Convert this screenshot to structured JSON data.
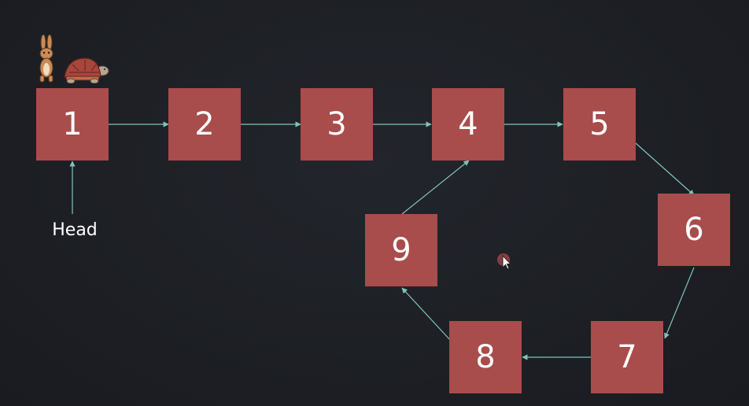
{
  "nodes": [
    {
      "id": "n1",
      "label": "1"
    },
    {
      "id": "n2",
      "label": "2"
    },
    {
      "id": "n3",
      "label": "3"
    },
    {
      "id": "n4",
      "label": "4"
    },
    {
      "id": "n5",
      "label": "5"
    },
    {
      "id": "n6",
      "label": "6"
    },
    {
      "id": "n7",
      "label": "7"
    },
    {
      "id": "n8",
      "label": "8"
    },
    {
      "id": "n9",
      "label": "9"
    }
  ],
  "edges": [
    [
      "n1",
      "n2"
    ],
    [
      "n2",
      "n3"
    ],
    [
      "n3",
      "n4"
    ],
    [
      "n4",
      "n5"
    ],
    [
      "n5",
      "n6"
    ],
    [
      "n6",
      "n7"
    ],
    [
      "n7",
      "n8"
    ],
    [
      "n8",
      "n9"
    ],
    [
      "n9",
      "n4"
    ]
  ],
  "head": {
    "label": "Head",
    "points_to": "n1"
  },
  "pointers": [
    {
      "name": "hare",
      "icon": "rabbit-icon",
      "at": "n1"
    },
    {
      "name": "tortoise",
      "icon": "turtle-icon",
      "at": "n1"
    }
  ],
  "colors": {
    "background": "#1e2025",
    "node_fill": "#a84c4c",
    "node_text": "#ffffff",
    "arrow": "#7fc4bb"
  }
}
